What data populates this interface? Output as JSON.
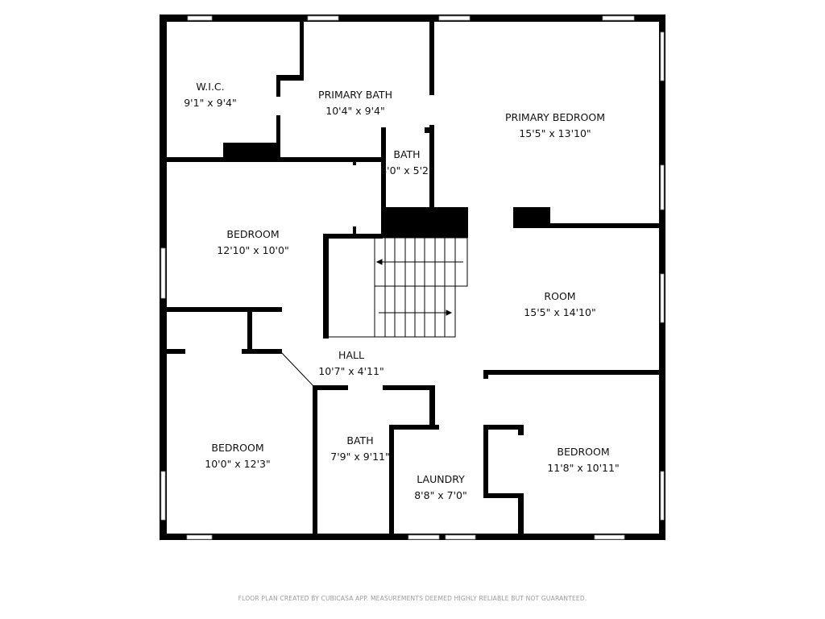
{
  "colors": {
    "wall": "#000000",
    "window": "#ffffff",
    "footer_text": "#9a9a9a"
  },
  "rooms": [
    {
      "name": "W.I.C.",
      "size": "9'1\" x 9'4\""
    },
    {
      "name": "PRIMARY BATH",
      "size": "10'4\" x 9'4\""
    },
    {
      "name": "PRIMARY BEDROOM",
      "size": "15'5\" x 13'10\""
    },
    {
      "name": "BATH",
      "size": "8'0\" x 5'2\""
    },
    {
      "name": "BEDROOM",
      "size": "12'10\" x 10'0\""
    },
    {
      "name": "ROOM",
      "size": "15'5\" x 14'10\""
    },
    {
      "name": "HALL",
      "size": "10'7\" x 4'11\""
    },
    {
      "name": "BEDROOM",
      "size": "10'0\" x 12'3\""
    },
    {
      "name": "BATH",
      "size": "7'9\" x 9'11\""
    },
    {
      "name": "LAUNDRY",
      "size": "8'8\" x 7'0\""
    },
    {
      "name": "BEDROOM",
      "size": "11'8\" x 10'11\""
    }
  ],
  "footer": "FLOOR PLAN CREATED BY CUBICASA APP. MEASUREMENTS DEEMED HIGHLY RELIABLE BUT NOT GUARANTEED."
}
